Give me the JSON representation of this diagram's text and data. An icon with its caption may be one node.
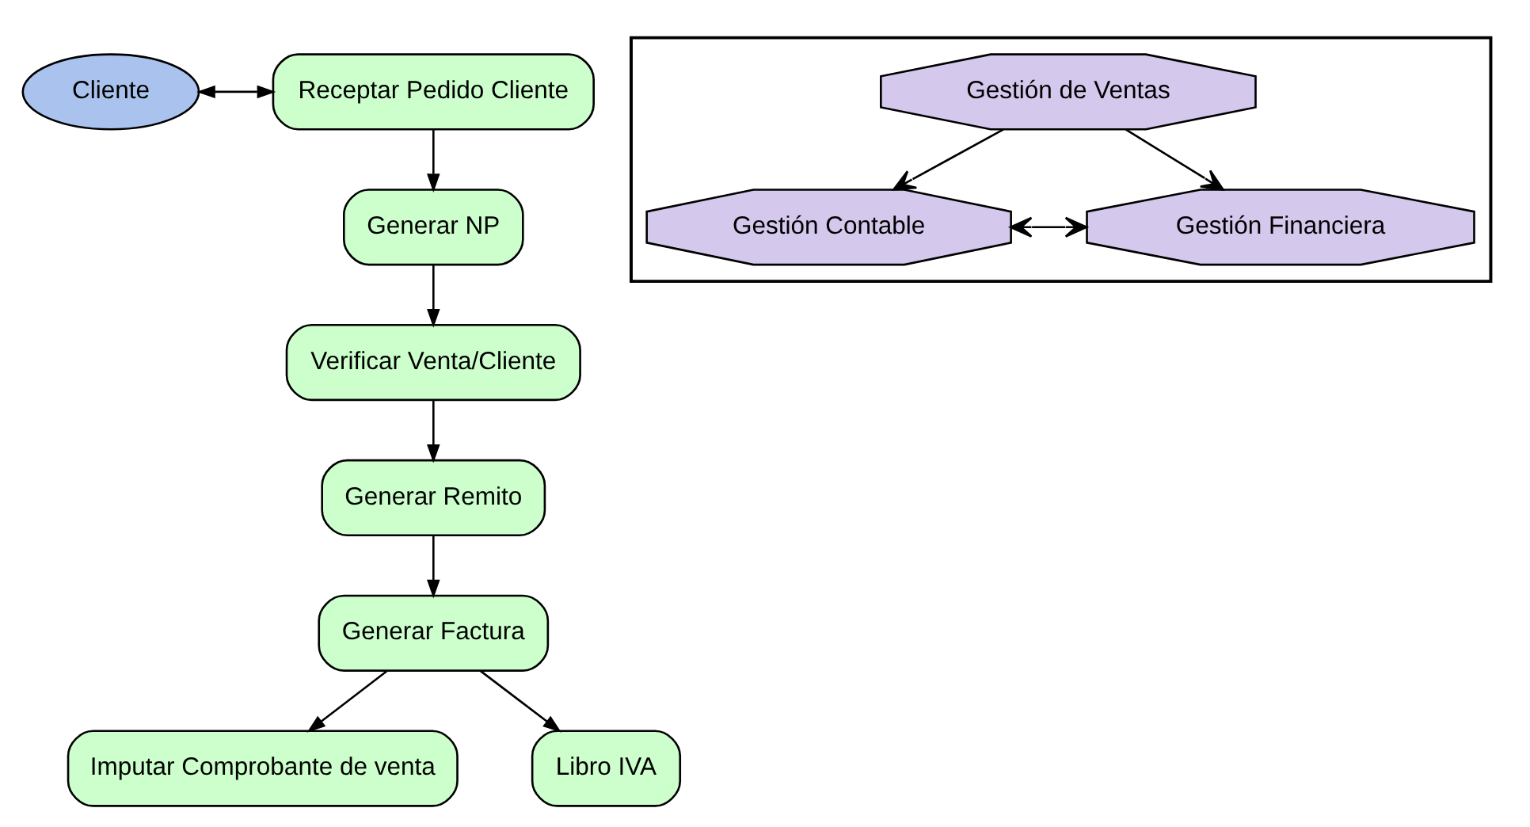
{
  "diagram": {
    "nodes": [
      {
        "text": [
          "Cliente"
        ]
      },
      {
        "text": [
          "Receptar Pedido Cliente"
        ]
      },
      {
        "text": [
          "Generar NP"
        ]
      },
      {
        "text": [
          "Verificar Venta/Cliente"
        ]
      },
      {
        "text": [
          "Generar Remito"
        ]
      },
      {
        "text": [
          "Generar Factura"
        ]
      },
      {
        "text": [
          "Imputar Comprobante de venta"
        ]
      },
      {
        "text": [
          "Libro IVA"
        ]
      },
      {
        "text": [],
        "shape": "box"
      },
      {
        "text": [
          "Gestión de Ventas"
        ],
        "in": 8
      },
      {
        "text": [
          "Gestión Contable"
        ],
        "in": 8
      },
      {
        "text": [
          "Gestión Financiera"
        ],
        "in": 8
      }
    ],
    "edges": [
      {
        "from": 0,
        "to": 1,
        "arrow": "both"
      },
      {
        "from": 1,
        "to": 2,
        "arrow": "to"
      },
      {
        "from": 2,
        "to": 3,
        "arrow": "to"
      },
      {
        "from": 3,
        "to": 4,
        "arrow": "to"
      },
      {
        "from": 4,
        "to": 5,
        "arrow": "to"
      },
      {
        "from": 5,
        "to": 6,
        "arrow": "to"
      },
      {
        "from": 5,
        "to": 7,
        "arrow": "to"
      },
      {
        "from": 9,
        "to": 10,
        "arrow": "to"
      },
      {
        "from": 9,
        "to": 11,
        "arrow": "to"
      },
      {
        "from": 11,
        "to": 10,
        "arrow": "both"
      }
    ]
  }
}
